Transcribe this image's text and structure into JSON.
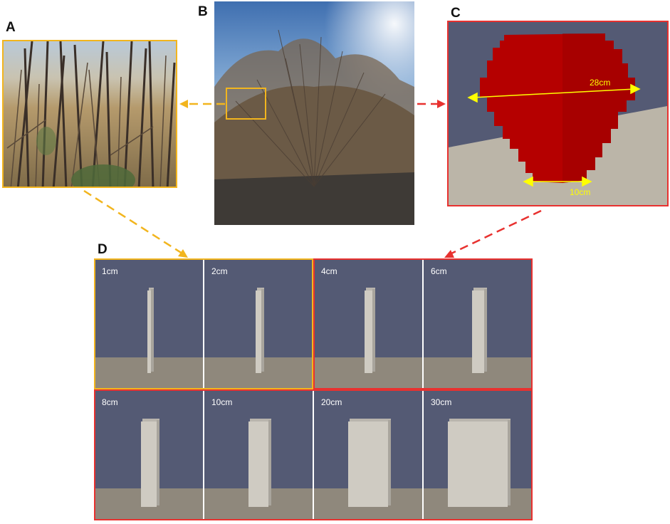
{
  "panels": {
    "a": {
      "letter": "A"
    },
    "b": {
      "letter": "B"
    },
    "c": {
      "letter": "C",
      "measure_width": "28cm",
      "measure_base": "10cm"
    },
    "d": {
      "letter": "D"
    }
  },
  "cells": [
    {
      "label": "1cm",
      "width_cm": 1
    },
    {
      "label": "2cm",
      "width_cm": 2
    },
    {
      "label": "4cm",
      "width_cm": 4
    },
    {
      "label": "6cm",
      "width_cm": 6
    },
    {
      "label": "8cm",
      "width_cm": 8
    },
    {
      "label": "10cm",
      "width_cm": 10
    },
    {
      "label": "20cm",
      "width_cm": 20
    },
    {
      "label": "30cm",
      "width_cm": 30
    }
  ],
  "colors": {
    "yellow_frame": "#f2b51e",
    "red_frame": "#e8312f",
    "shrub_fill": "#b50000",
    "sky": "#545a74",
    "ground": "#8f887c",
    "measure": "#ffff00"
  }
}
